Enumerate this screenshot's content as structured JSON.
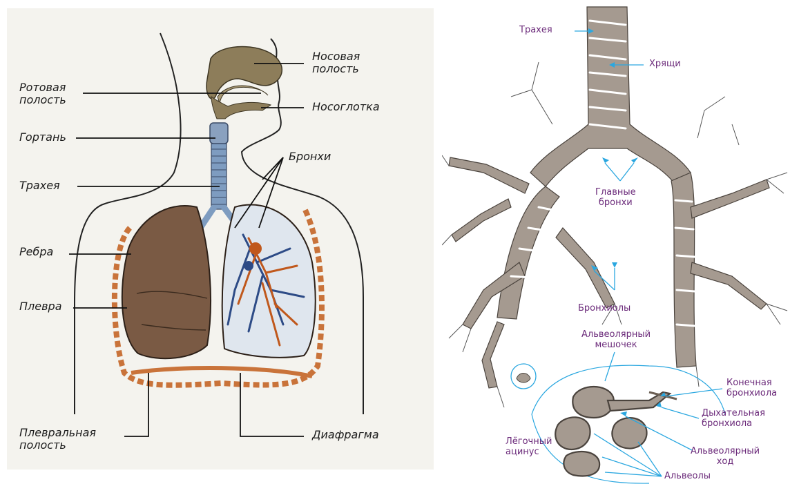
{
  "left_diagram": {
    "labels": {
      "nasal_cavity": "Носовая\nполость",
      "oral_cavity": "Ротовая\nполость",
      "nasopharynx": "Носоглотка",
      "larynx": "Гортань",
      "bronchi": "Бронхи",
      "trachea": "Трахея",
      "ribs": "Ребра",
      "pleura": "Плевра",
      "pleural_cavity": "Плевральная\nполость",
      "diaphragm": "Диафрагма"
    }
  },
  "right_diagram": {
    "labels": {
      "trachea": "Трахея",
      "cartilages": "Хрящи",
      "main_bronchi": "Главные\nбронхи",
      "bronchioles": "Бронхиолы",
      "alveolar_sac": "Альвеолярный\nмешочек",
      "terminal_bronchiole": "Конечная\nбронхиола",
      "respiratory_bronchiole": "Дыхательная\nбронхиола",
      "lung_acinus": "Лёгочный\nацинус",
      "alveolar_duct": "Альвеолярный\nход",
      "alveoli": "Альвеолы"
    }
  },
  "colors": {
    "left_background": "#f4f3ee",
    "lung_brown": "#7a5a44",
    "nasal_tan": "#8d7d5a",
    "airway_blue": "#7e9cc0",
    "vessel_orange": "#c0581c",
    "rib_orange": "#c9733a",
    "bronchial_tree_gray": "#a59a90",
    "callout_blue": "#2aa7e0",
    "label_purple": "#6b2a7a"
  }
}
